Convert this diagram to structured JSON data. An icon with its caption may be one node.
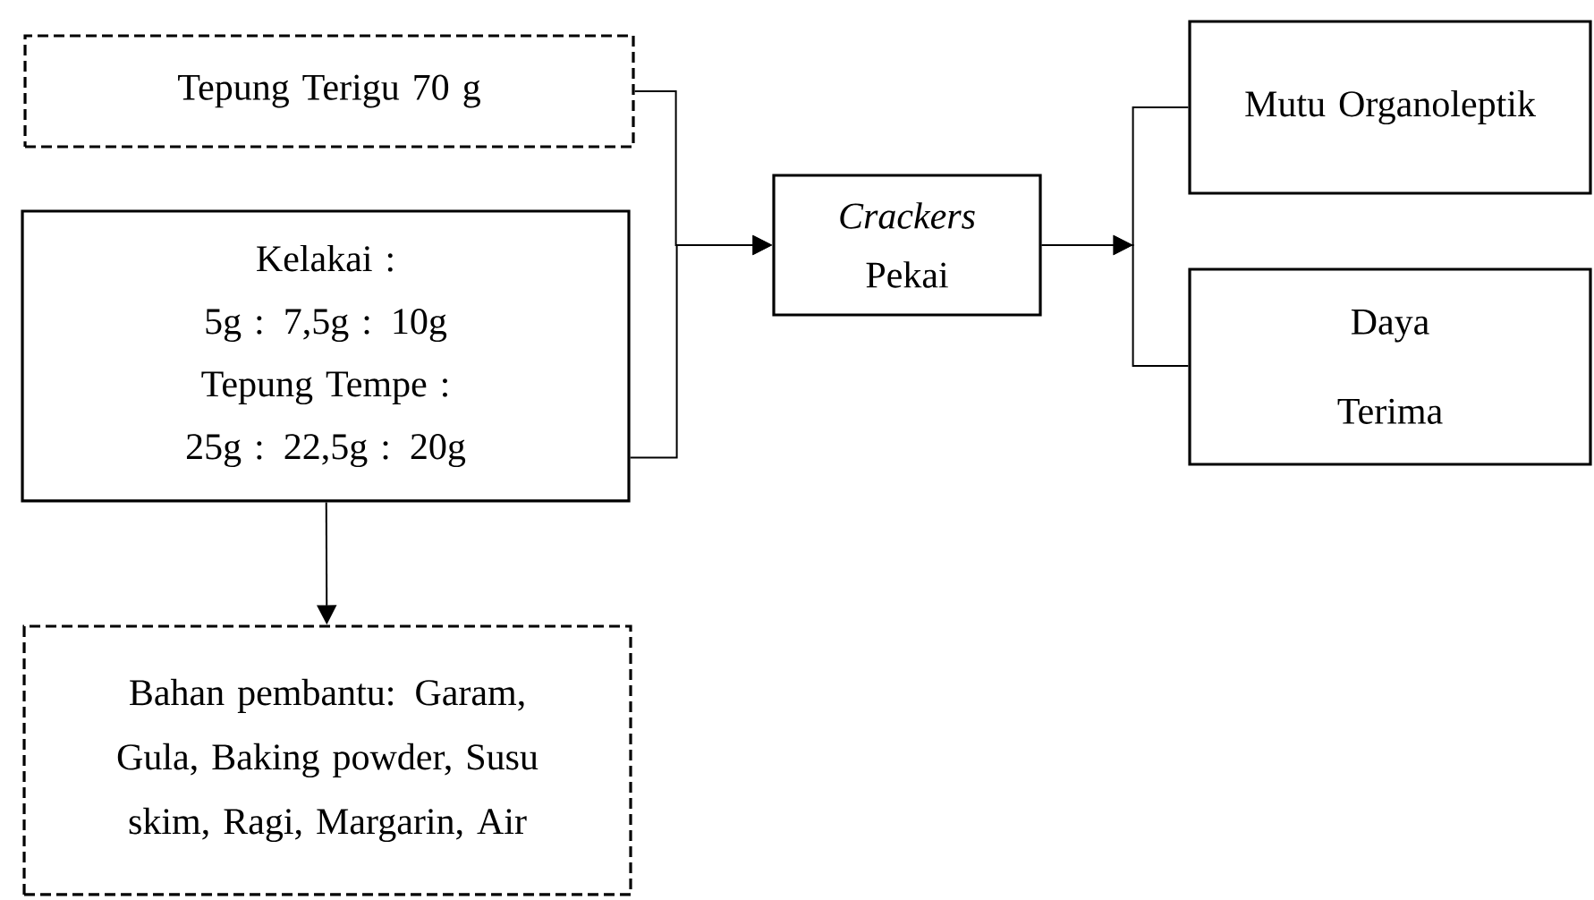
{
  "diagram": {
    "nodes": [
      {
        "text": [
          "Tepung Terigu 70 g"
        ]
      },
      {
        "text": [
          "Kelakai :",
          "5g : 7,5g : 10g",
          "Tepung Tempe :",
          "25g : 22,5g : 20g"
        ]
      },
      {
        "text": [
          "*Crackers* Pekai"
        ]
      },
      {
        "text": [
          "Mutu Organoleptik"
        ]
      },
      {
        "text": [
          "Daya Terima"
        ]
      },
      {
        "text": [
          "Bahan pembantu: Garam, Gula, Baking powder, Susu skim, Ragi, Margarin, Air"
        ]
      }
    ],
    "edges": [
      {
        "from": 0,
        "to": 2,
        "arrow": "to"
      },
      {
        "from": 1,
        "to": 2,
        "arrow": "to"
      },
      {
        "from": 1,
        "to": 5,
        "arrow": "to"
      },
      {
        "from": 2,
        "to": 3,
        "arrow": "to"
      },
      {
        "from": 2,
        "to": 4,
        "arrow": "to"
      }
    ]
  }
}
